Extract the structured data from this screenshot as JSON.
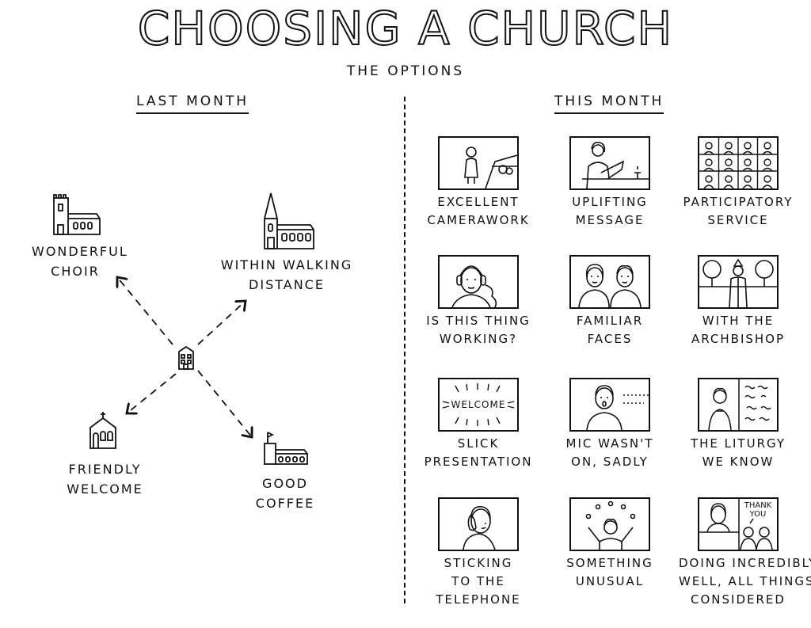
{
  "header": {
    "title": "CHOOSING A CHURCH",
    "subtitle": "THE OPTIONS"
  },
  "last_month": {
    "heading": "LAST MONTH",
    "destinations": [
      {
        "id": "choir",
        "lines": [
          "WONDERFUL",
          "CHOIR"
        ],
        "icon": "church-tower-icon"
      },
      {
        "id": "walking",
        "lines": [
          "WITHIN WALKING",
          "DISTANCE"
        ],
        "icon": "church-spire-icon"
      },
      {
        "id": "welcome",
        "lines": [
          "FRIENDLY",
          "WELCOME"
        ],
        "icon": "chapel-icon"
      },
      {
        "id": "coffee",
        "lines": [
          "GOOD",
          "COFFEE"
        ],
        "icon": "church-flag-icon"
      }
    ]
  },
  "this_month": {
    "heading": "THIS MONTH",
    "options": [
      {
        "lines": [
          "EXCELLENT",
          "CAMERAWORK"
        ],
        "icon": "camerawork-frame-icon"
      },
      {
        "lines": [
          "UPLIFTING",
          "MESSAGE"
        ],
        "icon": "message-frame-icon"
      },
      {
        "lines": [
          "PARTICIPATORY",
          "SERVICE"
        ],
        "icon": "video-grid-icon"
      },
      {
        "lines": [
          "IS THIS THING",
          "WORKING?"
        ],
        "icon": "headset-frame-icon"
      },
      {
        "lines": [
          "FAMILIAR",
          "FACES"
        ],
        "icon": "two-faces-icon"
      },
      {
        "lines": [
          "WITH THE",
          "ARCHBISHOP"
        ],
        "icon": "archbishop-frame-icon"
      },
      {
        "lines": [
          "SLICK",
          "PRESENTATION"
        ],
        "icon": "welcome-slide-icon",
        "slide_text": "WELCOME"
      },
      {
        "lines": [
          "MIC WASN'T",
          "ON, SADLY"
        ],
        "icon": "muted-speaker-icon"
      },
      {
        "lines": [
          "THE LITURGY",
          "WE KNOW"
        ],
        "icon": "liturgy-frame-icon"
      },
      {
        "lines": [
          "STICKING",
          "TO THE",
          "TELEPHONE"
        ],
        "icon": "telephone-frame-icon"
      },
      {
        "lines": [
          "SOMETHING",
          "UNUSUAL"
        ],
        "icon": "juggler-frame-icon"
      },
      {
        "lines": [
          "DOING INCREDIBLY",
          "WELL, ALL THINGS",
          "CONSIDERED"
        ],
        "icon": "thank-you-frame-icon",
        "bubble_lines": [
          "THANK",
          "YOU"
        ]
      }
    ]
  }
}
